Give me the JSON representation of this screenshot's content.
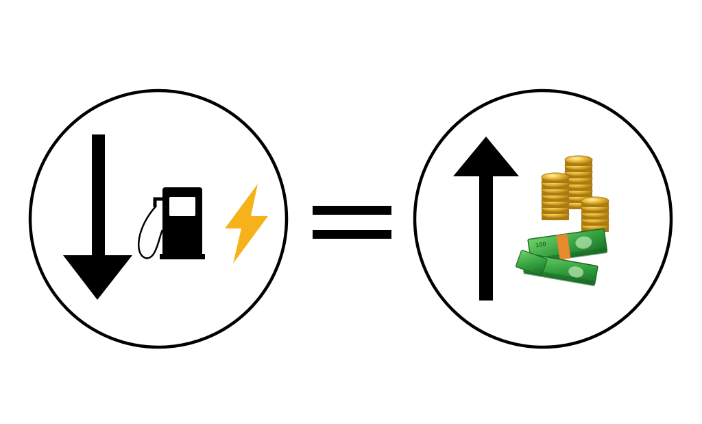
{
  "left_circle": {
    "arrow_direction": "down",
    "icons": [
      "fuel-pump-icon",
      "lightning-bolt-icon"
    ]
  },
  "operator": "=",
  "right_circle": {
    "arrow_direction": "up",
    "icons": [
      "gold-coins-icon",
      "cash-bundle-icon"
    ]
  },
  "colors": {
    "stroke": "#000000",
    "bolt": "#f5b21a",
    "coin": "#e8b530",
    "coin_dark": "#a97b12",
    "cash": "#2f9a3a",
    "cash_dark": "#1b6b25",
    "band": "#e8892b"
  },
  "cash_label": "100"
}
